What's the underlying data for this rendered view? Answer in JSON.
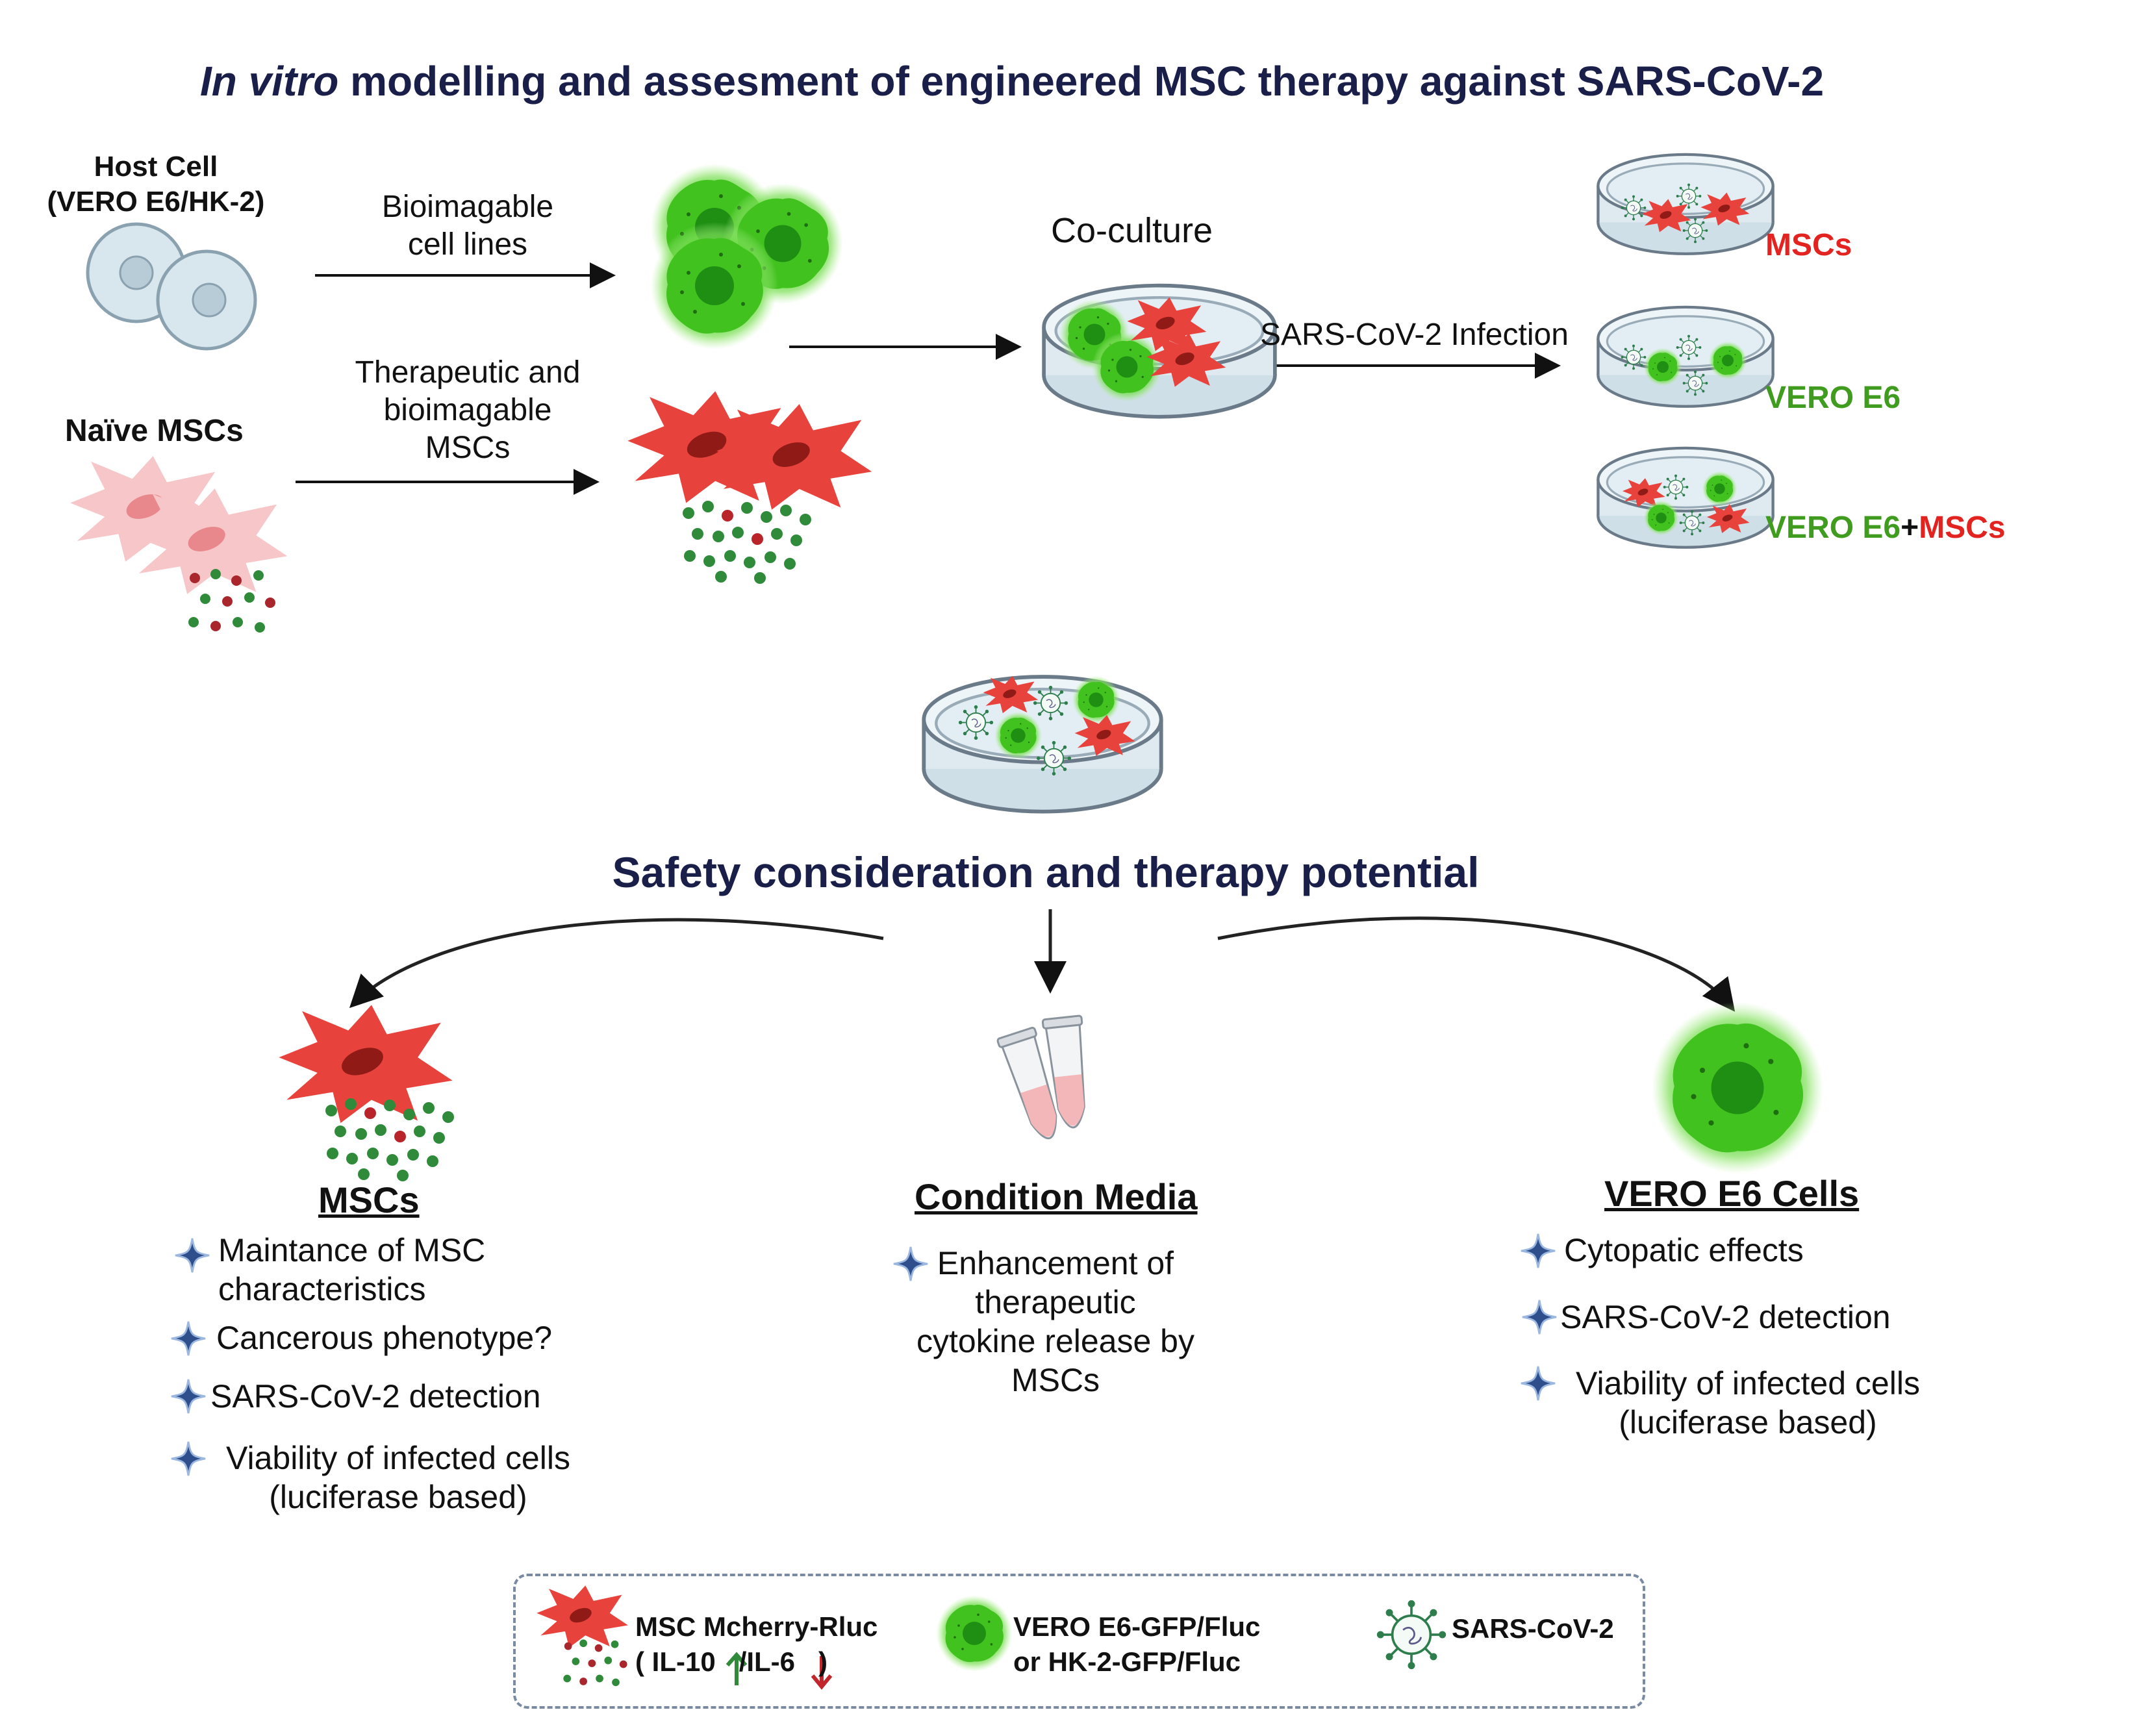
{
  "title": {
    "italic": "In vitro",
    "rest": " modelling and assesment of engineered MSC therapy against SARS-CoV-2"
  },
  "host_cell": {
    "line1": "Host Cell",
    "line2": "(VERO E6/HK-2)"
  },
  "naive_mscs": "Naïve MSCs",
  "bioimagable": {
    "line1": "Bioimagable",
    "line2": "cell lines"
  },
  "therapeutic": {
    "line1": "Therapeutic and",
    "line2": "bioimagable",
    "line3": "MSCs"
  },
  "coculture": "Co-culture",
  "infection": "SARS-CoV-2 Infection",
  "outcomes": {
    "mscs": "MSCs",
    "vero": "VERO E6",
    "combo_a": "VERO E6",
    "combo_plus": "+",
    "combo_b": "MSCs"
  },
  "safety_title": "Safety consideration and therapy potential",
  "panels": {
    "mscs": {
      "title": "MSCs",
      "items": [
        {
          "l1": "Maintance of MSC",
          "l2": "characteristics"
        },
        {
          "l1": "Cancerous phenotype?"
        },
        {
          "l1": "SARS-CoV-2 detection"
        },
        {
          "l1": "Viability of infected cells",
          "l2": "(luciferase based)"
        }
      ]
    },
    "media": {
      "title": "Condition Media",
      "items": [
        {
          "l1": "Enhancement of",
          "l2": "therapeutic",
          "l3": "cytokine release by",
          "l4": "MSCs"
        }
      ]
    },
    "vero": {
      "title": "VERO E6 Cells",
      "items": [
        {
          "l1": "Cytopatic effects"
        },
        {
          "l1": "SARS-CoV-2 detection"
        },
        {
          "l1": "Viability of infected cells",
          "l2": "(luciferase based)"
        }
      ]
    }
  },
  "legend": {
    "msc_l1": "MSC Mcherry-Rluc",
    "msc_l2_open": "( IL-10",
    "msc_l2_sep": "/IL-6",
    "msc_l2_close": ")",
    "vero_l1": "VERO E6-GFP/Fluc",
    "vero_l2": "or HK-2-GFP/Fluc",
    "virus": "SARS-CoV-2"
  },
  "colors": {
    "msc_red": "#e3231f",
    "vero_green": "#3f9c1e",
    "title_navy": "#1a1f4a",
    "star_blue": "#2f4f8c"
  }
}
